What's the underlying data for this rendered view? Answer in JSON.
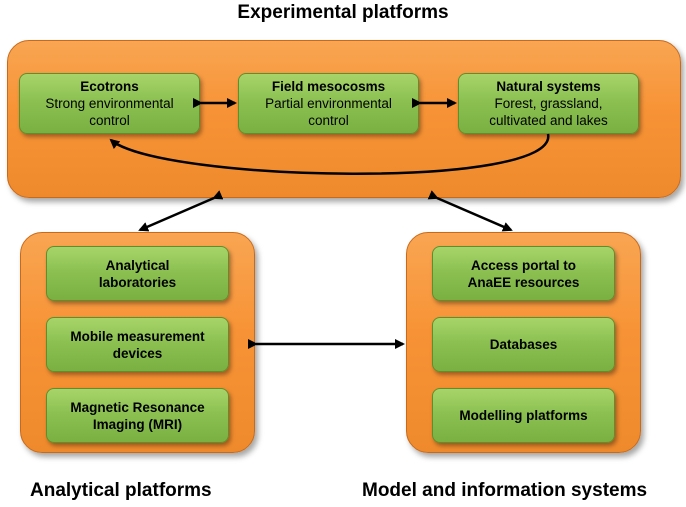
{
  "titles": {
    "top": "Experimental platforms",
    "bottom_left": "Analytical platforms",
    "bottom_right": "Model and information systems"
  },
  "experimental": {
    "ecotrons": {
      "title": "Ecotrons",
      "line1": "Strong environmental",
      "line2": "control"
    },
    "field": {
      "title": "Field mesocosms",
      "line1": "Partial environmental",
      "line2": "control"
    },
    "natural": {
      "title": "Natural systems",
      "line1": "Forest, grassland,",
      "line2": "cultivated and lakes"
    }
  },
  "analytical": {
    "labs": {
      "line1": "Analytical",
      "line2": "laboratories"
    },
    "mobile": {
      "line1": "Mobile measurement",
      "line2": "devices"
    },
    "mri": {
      "line1": "Magnetic Resonance",
      "line2": "Imaging (MRI)"
    }
  },
  "model": {
    "portal": {
      "line1": "Access portal to",
      "line2": "AnaEE resources"
    },
    "databases": {
      "label": "Databases"
    },
    "modelling": {
      "label": "Modelling platforms"
    }
  },
  "colors": {
    "panel": "#f79336",
    "box": "#8cc152",
    "arrow": "#000000"
  }
}
